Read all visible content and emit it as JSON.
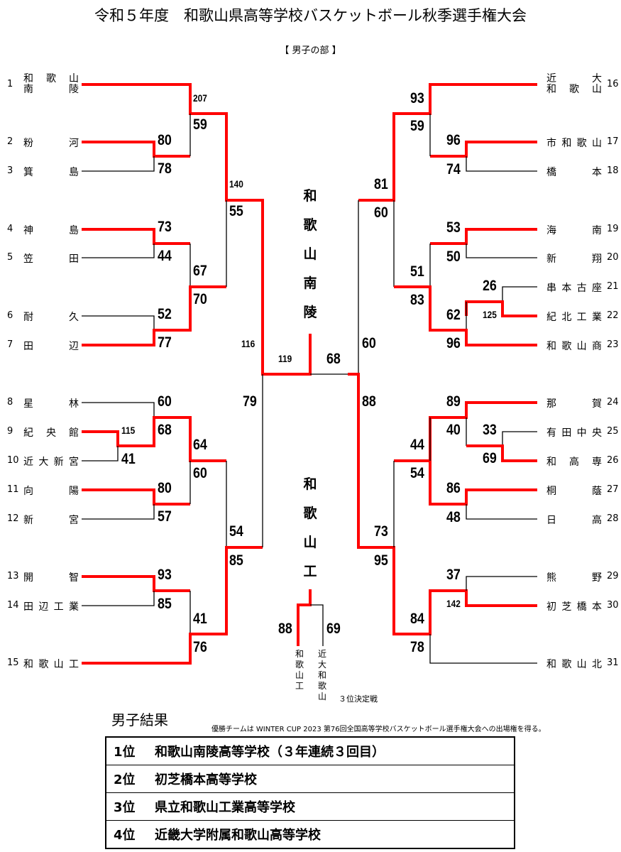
{
  "header": {
    "title": "令和５年度　和歌山県高等学校バスケットボール秋季選手権大会",
    "division": "【 男子の部 】"
  },
  "colors": {
    "winner_line": "#ff0000",
    "loser_line": "#000000"
  },
  "teams_left": [
    {
      "seed": "1",
      "name": [
        "和 歌 山",
        "南 　 陵"
      ],
      "two_line": true
    },
    {
      "seed": "2",
      "name": "粉河"
    },
    {
      "seed": "3",
      "name": "箕島"
    },
    {
      "seed": "4",
      "name": "神島"
    },
    {
      "seed": "5",
      "name": "笠田"
    },
    {
      "seed": "6",
      "name": "耐久"
    },
    {
      "seed": "7",
      "name": "田辺"
    },
    {
      "seed": "8",
      "name": "星林"
    },
    {
      "seed": "9",
      "name": "紀央館"
    },
    {
      "seed": "10",
      "name": "近大新宮"
    },
    {
      "seed": "11",
      "name": "向陽"
    },
    {
      "seed": "12",
      "name": "新宮"
    },
    {
      "seed": "13",
      "name": "開智"
    },
    {
      "seed": "14",
      "name": "田辺工業"
    },
    {
      "seed": "15",
      "name": "和歌山工"
    }
  ],
  "teams_right": [
    {
      "seed": "16",
      "name": [
        "近 　 大",
        "和 歌 山"
      ],
      "two_line": true
    },
    {
      "seed": "17",
      "name": "市和歌山"
    },
    {
      "seed": "18",
      "name": "橋本"
    },
    {
      "seed": "19",
      "name": "海南"
    },
    {
      "seed": "20",
      "name": "新翔"
    },
    {
      "seed": "21",
      "name": "串本古座"
    },
    {
      "seed": "22",
      "name": "紀北工業"
    },
    {
      "seed": "23",
      "name": "和歌山商"
    },
    {
      "seed": "24",
      "name": "那賀"
    },
    {
      "seed": "25",
      "name": "有田中央"
    },
    {
      "seed": "26",
      "name": "和高専"
    },
    {
      "seed": "27",
      "name": "桐蔭"
    },
    {
      "seed": "28",
      "name": "日高"
    },
    {
      "seed": "29",
      "name": "熊野"
    },
    {
      "seed": "30",
      "name": "初芝橋本"
    },
    {
      "seed": "31",
      "name": "和歌山北"
    }
  ],
  "scores": {
    "l_207": "207",
    "l_59a": "59",
    "l_80a": "80",
    "l_78": "78",
    "l_140": "140",
    "l_55": "55",
    "l_73a": "73",
    "l_44a": "44",
    "l_67": "67",
    "l_70": "70",
    "l_52": "52",
    "l_77": "77",
    "l_116": "116",
    "l_119": "119",
    "l_60a": "60",
    "l_115": "115",
    "l_68a": "68",
    "l_41a": "41",
    "l_64": "64",
    "l_60b": "60",
    "l_80b": "80",
    "l_57": "57",
    "l_79": "79",
    "l_54": "54",
    "l_85a": "85",
    "l_93": "93",
    "l_85b": "85",
    "l_41b": "41",
    "l_76": "76",
    "f_68": "68",
    "r_93": "93",
    "r_59": "59",
    "r_96a": "96",
    "r_74": "74",
    "r_81": "81",
    "r_60a": "60",
    "r_53": "53",
    "r_50": "50",
    "r_51": "51",
    "r_83": "83",
    "r_26": "26",
    "r_125": "125",
    "r_62": "62",
    "r_96b": "96",
    "r_60b": "60",
    "r_88": "88",
    "r_89": "89",
    "r_40": "40",
    "r_33": "33",
    "r_69": "69",
    "r_44": "44",
    "r_54": "54",
    "r_86": "86",
    "r_48": "48",
    "r_73": "73",
    "r_95": "95",
    "r_37": "37",
    "r_142": "142",
    "r_84": "84",
    "r_78": "78",
    "t_88": "88",
    "t_69": "69"
  },
  "champion": {
    "chars": [
      "和",
      "歌",
      "山",
      "南",
      "陵"
    ]
  },
  "runner_up_center": {
    "chars": [
      "和",
      "歌",
      "山",
      "工"
    ]
  },
  "third_place": {
    "label": "３位決定戦",
    "left_team_chars": [
      "和",
      "歌",
      "山",
      "工"
    ],
    "right_team_chars": [
      "近",
      "大",
      "和",
      "歌",
      "山"
    ]
  },
  "results": {
    "heading": "男子結果",
    "note": "優勝チームは WINTER CUP 2023 第76回全国高等学校バスケットボール選手権大会への出場権を得る。",
    "rows": [
      {
        "rank": "1位",
        "school": "和歌山南陵高等学校（３年連続３回目）"
      },
      {
        "rank": "2位",
        "school": "初芝橋本高等学校"
      },
      {
        "rank": "3位",
        "school": "県立和歌山工業高等学校"
      },
      {
        "rank": "4位",
        "school": "近畿大学附属和歌山高等学校"
      }
    ]
  }
}
